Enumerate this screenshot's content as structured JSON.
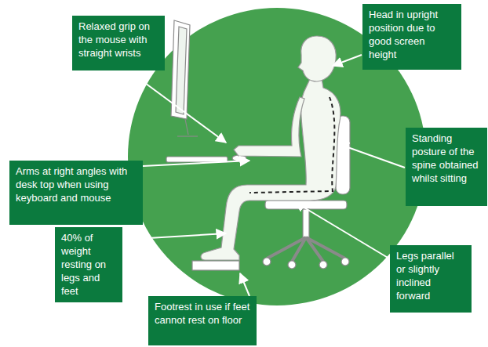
{
  "diagram": {
    "nodes": [
      {
        "text": [
          "Relaxed grip on the mouse with straight wrists"
        ]
      },
      {
        "text": [
          "Head in upright position due to good screen height"
        ]
      },
      {
        "text": [
          "Arms at right angles with desk top when using keyboard and mouse"
        ]
      },
      {
        "text": [
          "Standing posture of the spine obtained whilst sitting"
        ]
      },
      {
        "text": [
          "40% of weight resting on legs and feet"
        ]
      },
      {
        "text": [
          "Legs parallel or slightly inclined forward"
        ]
      },
      {
        "text": [
          "Footrest in use if feet cannot rest on floor"
        ]
      }
    ]
  }
}
